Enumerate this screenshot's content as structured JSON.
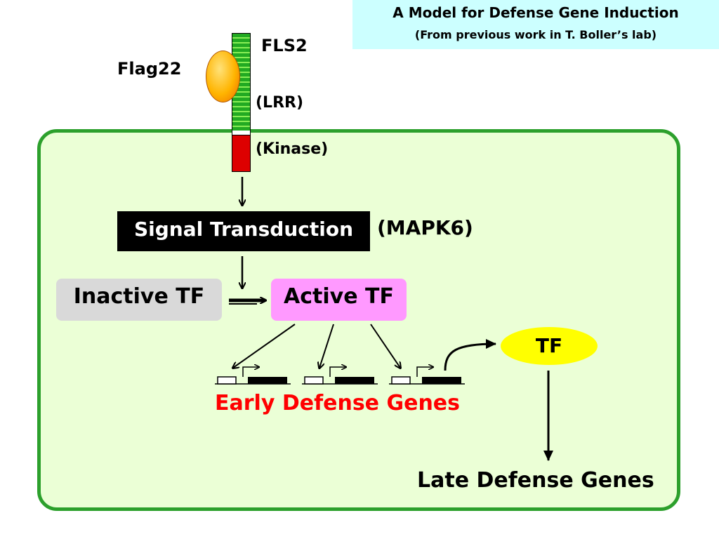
{
  "title": {
    "main": "A Model for Defense Gene Induction",
    "sub": "(From previous work in T. Boller’s lab)"
  },
  "receptor": {
    "name": "FLS2",
    "lrr_label": "(LRR)",
    "kinase_label": "(Kinase)",
    "ligand": "Flag22"
  },
  "signal": {
    "label": "Signal Transduction",
    "component": "(MAPK6)"
  },
  "tf": {
    "inactive": "Inactive TF",
    "active": "Active TF",
    "product": "TF"
  },
  "genes": {
    "early": "Early Defense Genes",
    "late": "Late Defense Genes"
  },
  "colors": {
    "title_bg": "#ccffff",
    "cell_fill": "#ebffd6",
    "cell_border": "#2ca02c",
    "lrr": "#22aa22",
    "kinase": "#dd0000",
    "ligand": "#ffb400",
    "inactive_tf": "#d9d9d9",
    "active_tf": "#ff99ff",
    "tf_product": "#ffff00",
    "early_genes_text": "#ff0000"
  }
}
